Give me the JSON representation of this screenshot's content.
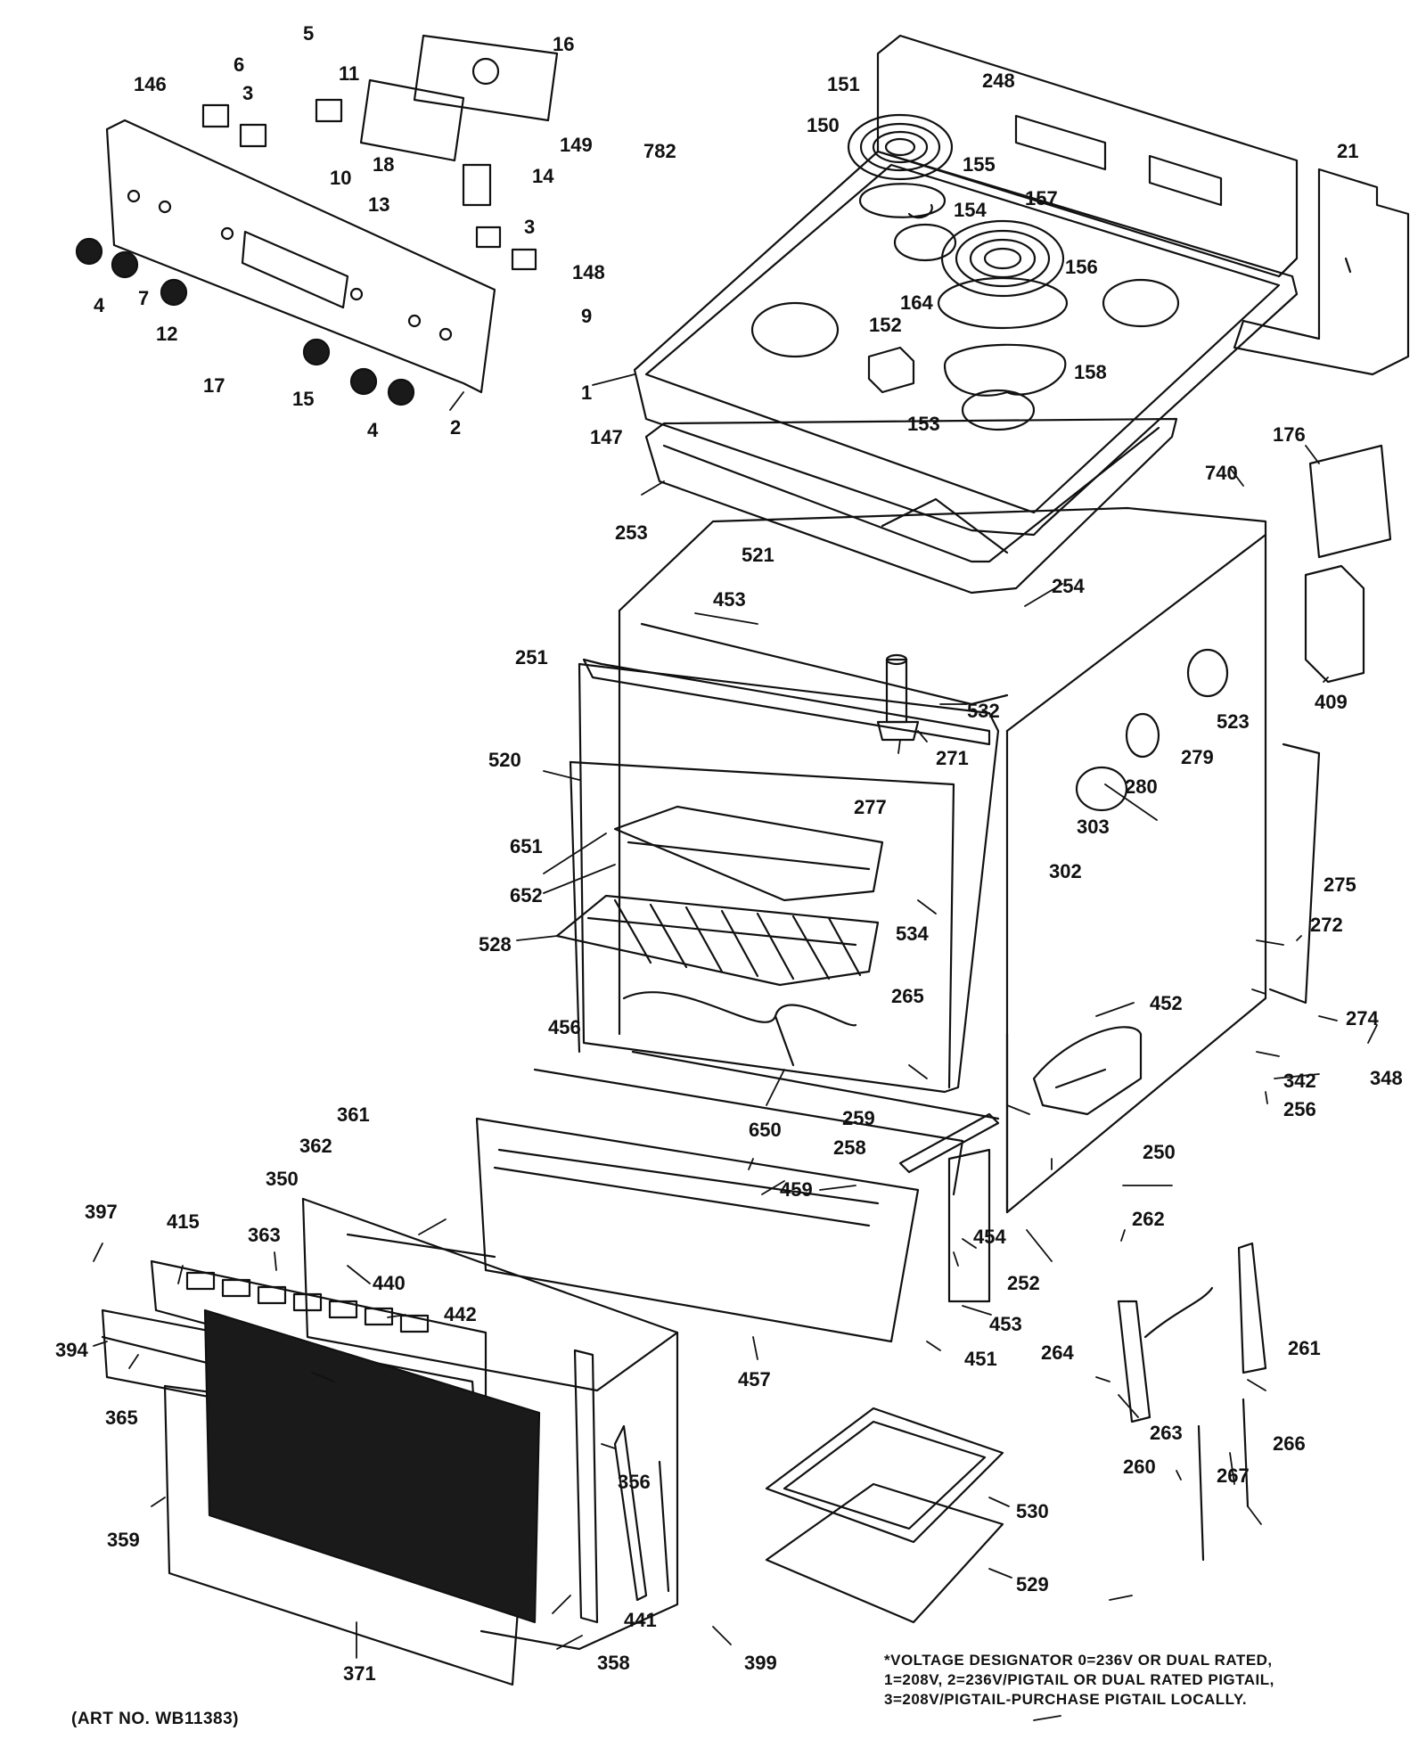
{
  "colors": {
    "ink": "#111111",
    "paper": "#ffffff",
    "panel": "#1a1a1a"
  },
  "art_number": "(ART NO. WB11383)",
  "voltage_note": [
    "*VOLTAGE DESIGNATOR 0=236V OR DUAL RATED,",
    "1=208V, 2=236V/PIGTAIL OR DUAL RATED PIGTAIL,",
    "3=208V/PIGTAIL-PURCHASE PIGTAIL LOCALLY."
  ],
  "labels": {
    "p1": "1",
    "p2": "2",
    "p3a": "3",
    "p3b": "3",
    "p4a": "4",
    "p4b": "4",
    "p5": "5",
    "p6": "6",
    "p7": "7",
    "p9": "9",
    "p10": "10",
    "p11": "11",
    "p12": "12",
    "p13": "13",
    "p14": "14",
    "p15": "15",
    "p16": "16",
    "p17": "17",
    "p18": "18",
    "p21": "21",
    "p146": "146",
    "p147": "147",
    "p148": "148",
    "p149": "149",
    "p150": "150",
    "p151": "151",
    "p152": "152",
    "p153": "153",
    "p154": "154",
    "p155": "155",
    "p156": "156",
    "p157": "157",
    "p158": "158",
    "p164": "164",
    "p176": "176",
    "p248": "248",
    "p250": "250",
    "p251": "251",
    "p252": "252",
    "p253": "253",
    "p254": "254",
    "p256": "256",
    "p258": "258",
    "p259": "259",
    "p260": "260",
    "p261": "261",
    "p262": "262",
    "p263": "263",
    "p264": "264",
    "p265": "265",
    "p266": "266",
    "p267": "267",
    "p271": "271",
    "p272": "272",
    "p274": "274",
    "p275": "275",
    "p277": "277",
    "p279": "279",
    "p280": "280",
    "p302": "302",
    "p303": "303",
    "p342": "342",
    "p348": "348",
    "p350": "350",
    "p356": "356",
    "p358": "358",
    "p359": "359",
    "p361": "361",
    "p362": "362",
    "p363": "363",
    "p365": "365",
    "p371": "371",
    "p394": "394",
    "p397": "397",
    "p399": "399",
    "p409": "409",
    "p415": "415",
    "p440": "440",
    "p441": "441",
    "p442": "442",
    "p451": "451",
    "p452": "452",
    "p453a": "453",
    "p453b": "453",
    "p454": "454",
    "p456": "456",
    "p457": "457",
    "p459": "459",
    "p520": "520",
    "p521": "521",
    "p523": "523",
    "p528": "528",
    "p529": "529",
    "p530": "530",
    "p532": "532",
    "p534": "534",
    "p650": "650",
    "p651": "651",
    "p652": "652",
    "p740": "740",
    "p782": "782"
  }
}
